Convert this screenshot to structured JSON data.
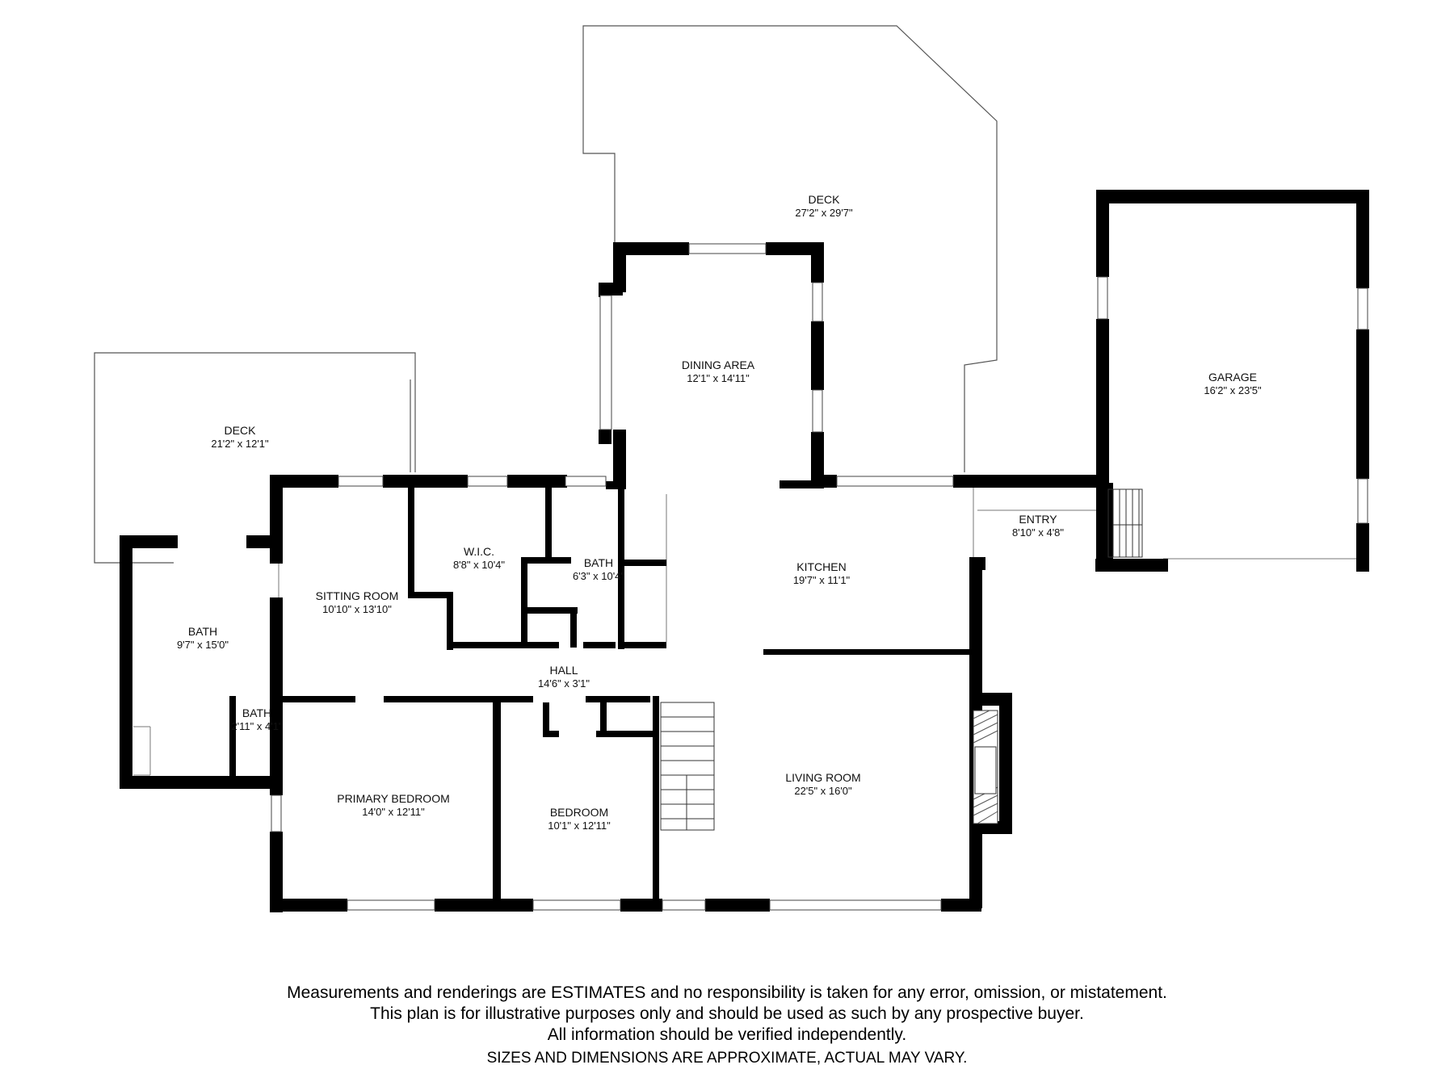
{
  "rooms": {
    "deck_top": {
      "name": "DECK",
      "dims": "27'2\" x 29'7\""
    },
    "deck_left": {
      "name": "DECK",
      "dims": "21'2\" x 12'1\""
    },
    "garage": {
      "name": "GARAGE",
      "dims": "16'2\" x 23'5\""
    },
    "dining": {
      "name": "DINING AREA",
      "dims": "12'1\" x 14'11\""
    },
    "entry": {
      "name": "ENTRY",
      "dims": "8'10\" x 4'8\""
    },
    "kitchen": {
      "name": "KITCHEN",
      "dims": "19'7\" x 11'1\""
    },
    "wic": {
      "name": "W.I.C.",
      "dims": "8'8\" x 10'4\""
    },
    "bath_center": {
      "name": "BATH",
      "dims": "6'3\" x 10'4\""
    },
    "sitting": {
      "name": "SITTING ROOM",
      "dims": "10'10\" x 13'10\""
    },
    "bath_left": {
      "name": "BATH",
      "dims": "9'7\" x 15'0\""
    },
    "bath_small": {
      "name": "BATH",
      "dims": "2'11\" x 4'1\""
    },
    "hall": {
      "name": "HALL",
      "dims": "14'6\" x 3'1\""
    },
    "primary_bedroom": {
      "name": "PRIMARY BEDROOM",
      "dims": "14'0\" x 12'11\""
    },
    "bedroom": {
      "name": "BEDROOM",
      "dims": "10'1\" x 12'11\""
    },
    "living": {
      "name": "LIVING ROOM",
      "dims": "22'5\" x 16'0\""
    }
  },
  "disclaimer": {
    "line1": "Measurements and renderings are ESTIMATES and no responsibility is taken for any error, omission, or mistatement.",
    "line2": "This plan is for illustrative purposes only and should be used as such by any prospective buyer.",
    "line3": "All information should be verified independently.",
    "line4": "SIZES AND DIMENSIONS ARE APPROXIMATE, ACTUAL MAY VARY."
  }
}
